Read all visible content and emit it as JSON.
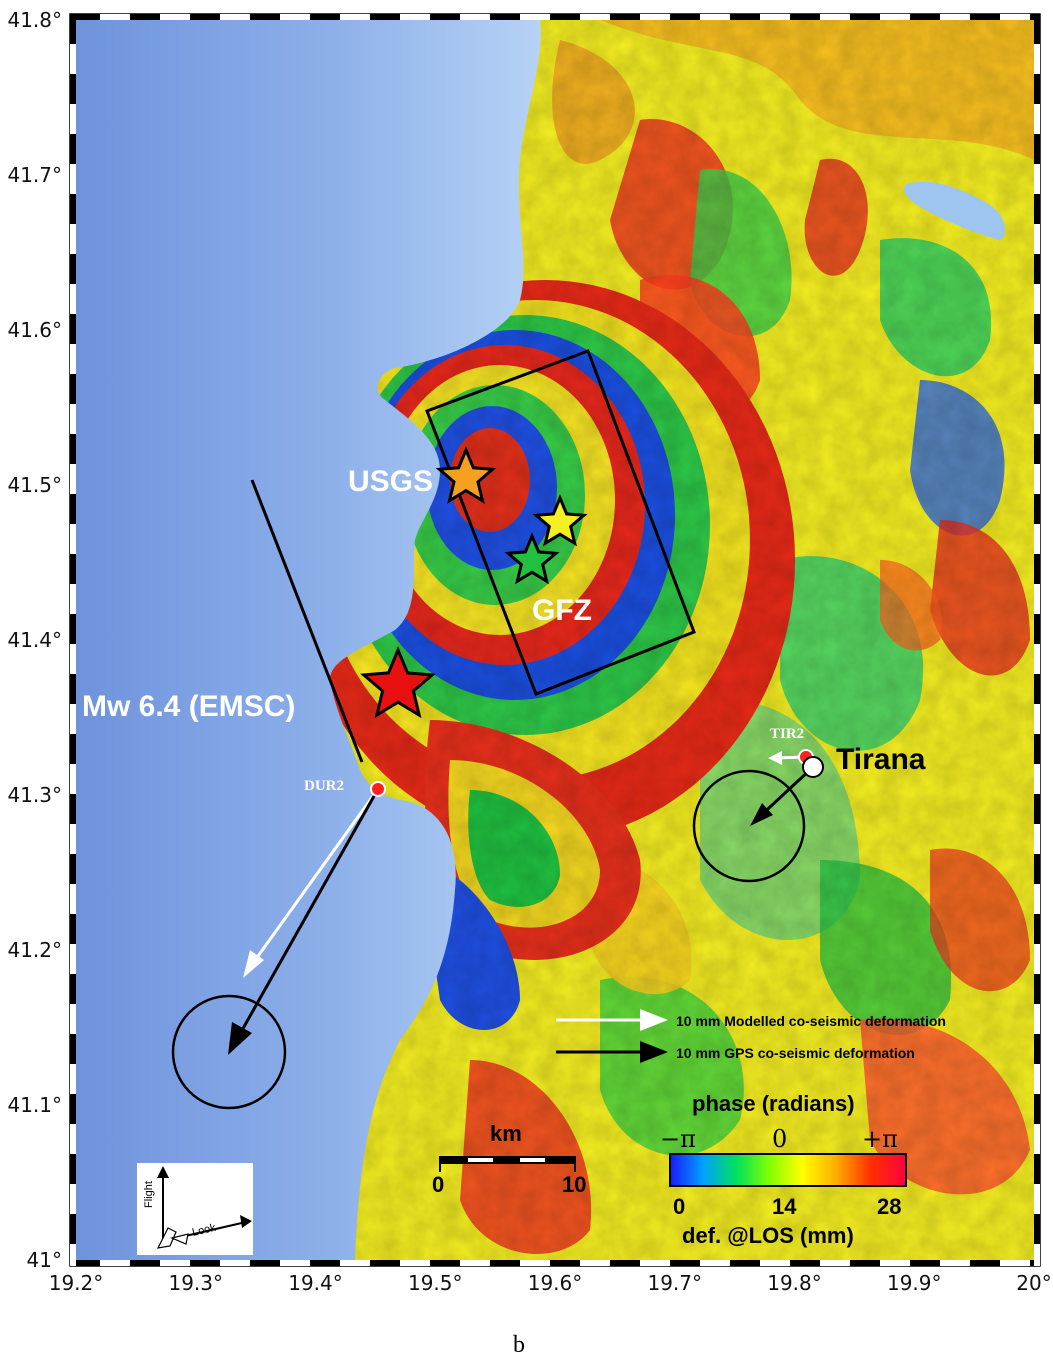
{
  "map": {
    "x_ticks": [
      "19.2°",
      "19.3°",
      "19.4°",
      "19.5°",
      "19.6°",
      "19.7°",
      "19.8°",
      "19.9°",
      "20°"
    ],
    "y_ticks": [
      "41°",
      "41.1°",
      "41.2°",
      "41.3°",
      "41.4°",
      "41.5°",
      "41.6°",
      "41.7°",
      "41.8°"
    ]
  },
  "epicenters": {
    "usgs_label": "USGS",
    "gfz_label": "GFZ",
    "emsc_label": "Mw 6.4 (EMSC)"
  },
  "stations": {
    "tir2": "TIR2",
    "dur2": "DUR2",
    "city": "Tirana"
  },
  "legend": {
    "modelled": "10 mm Modelled co-seismic deformation",
    "gps": "10 mm GPS co-seismic deformation"
  },
  "colorbar": {
    "title": "phase (radians)",
    "sym_min": "−π",
    "sym_mid": "0",
    "sym_max": "+π",
    "val_min": "0",
    "val_mid": "14",
    "val_max": "28",
    "unit_label": "def. @LOS (mm)",
    "colors": [
      "#1a1aff",
      "#00a0ff",
      "#00e060",
      "#80ff00",
      "#ffff00",
      "#ffb000",
      "#ff3000",
      "#ff0040"
    ]
  },
  "scalebar": {
    "unit": "km",
    "start": "0",
    "end": "10"
  },
  "direction": {
    "flight": "Flight",
    "look": "Look"
  },
  "panel_label": "b"
}
